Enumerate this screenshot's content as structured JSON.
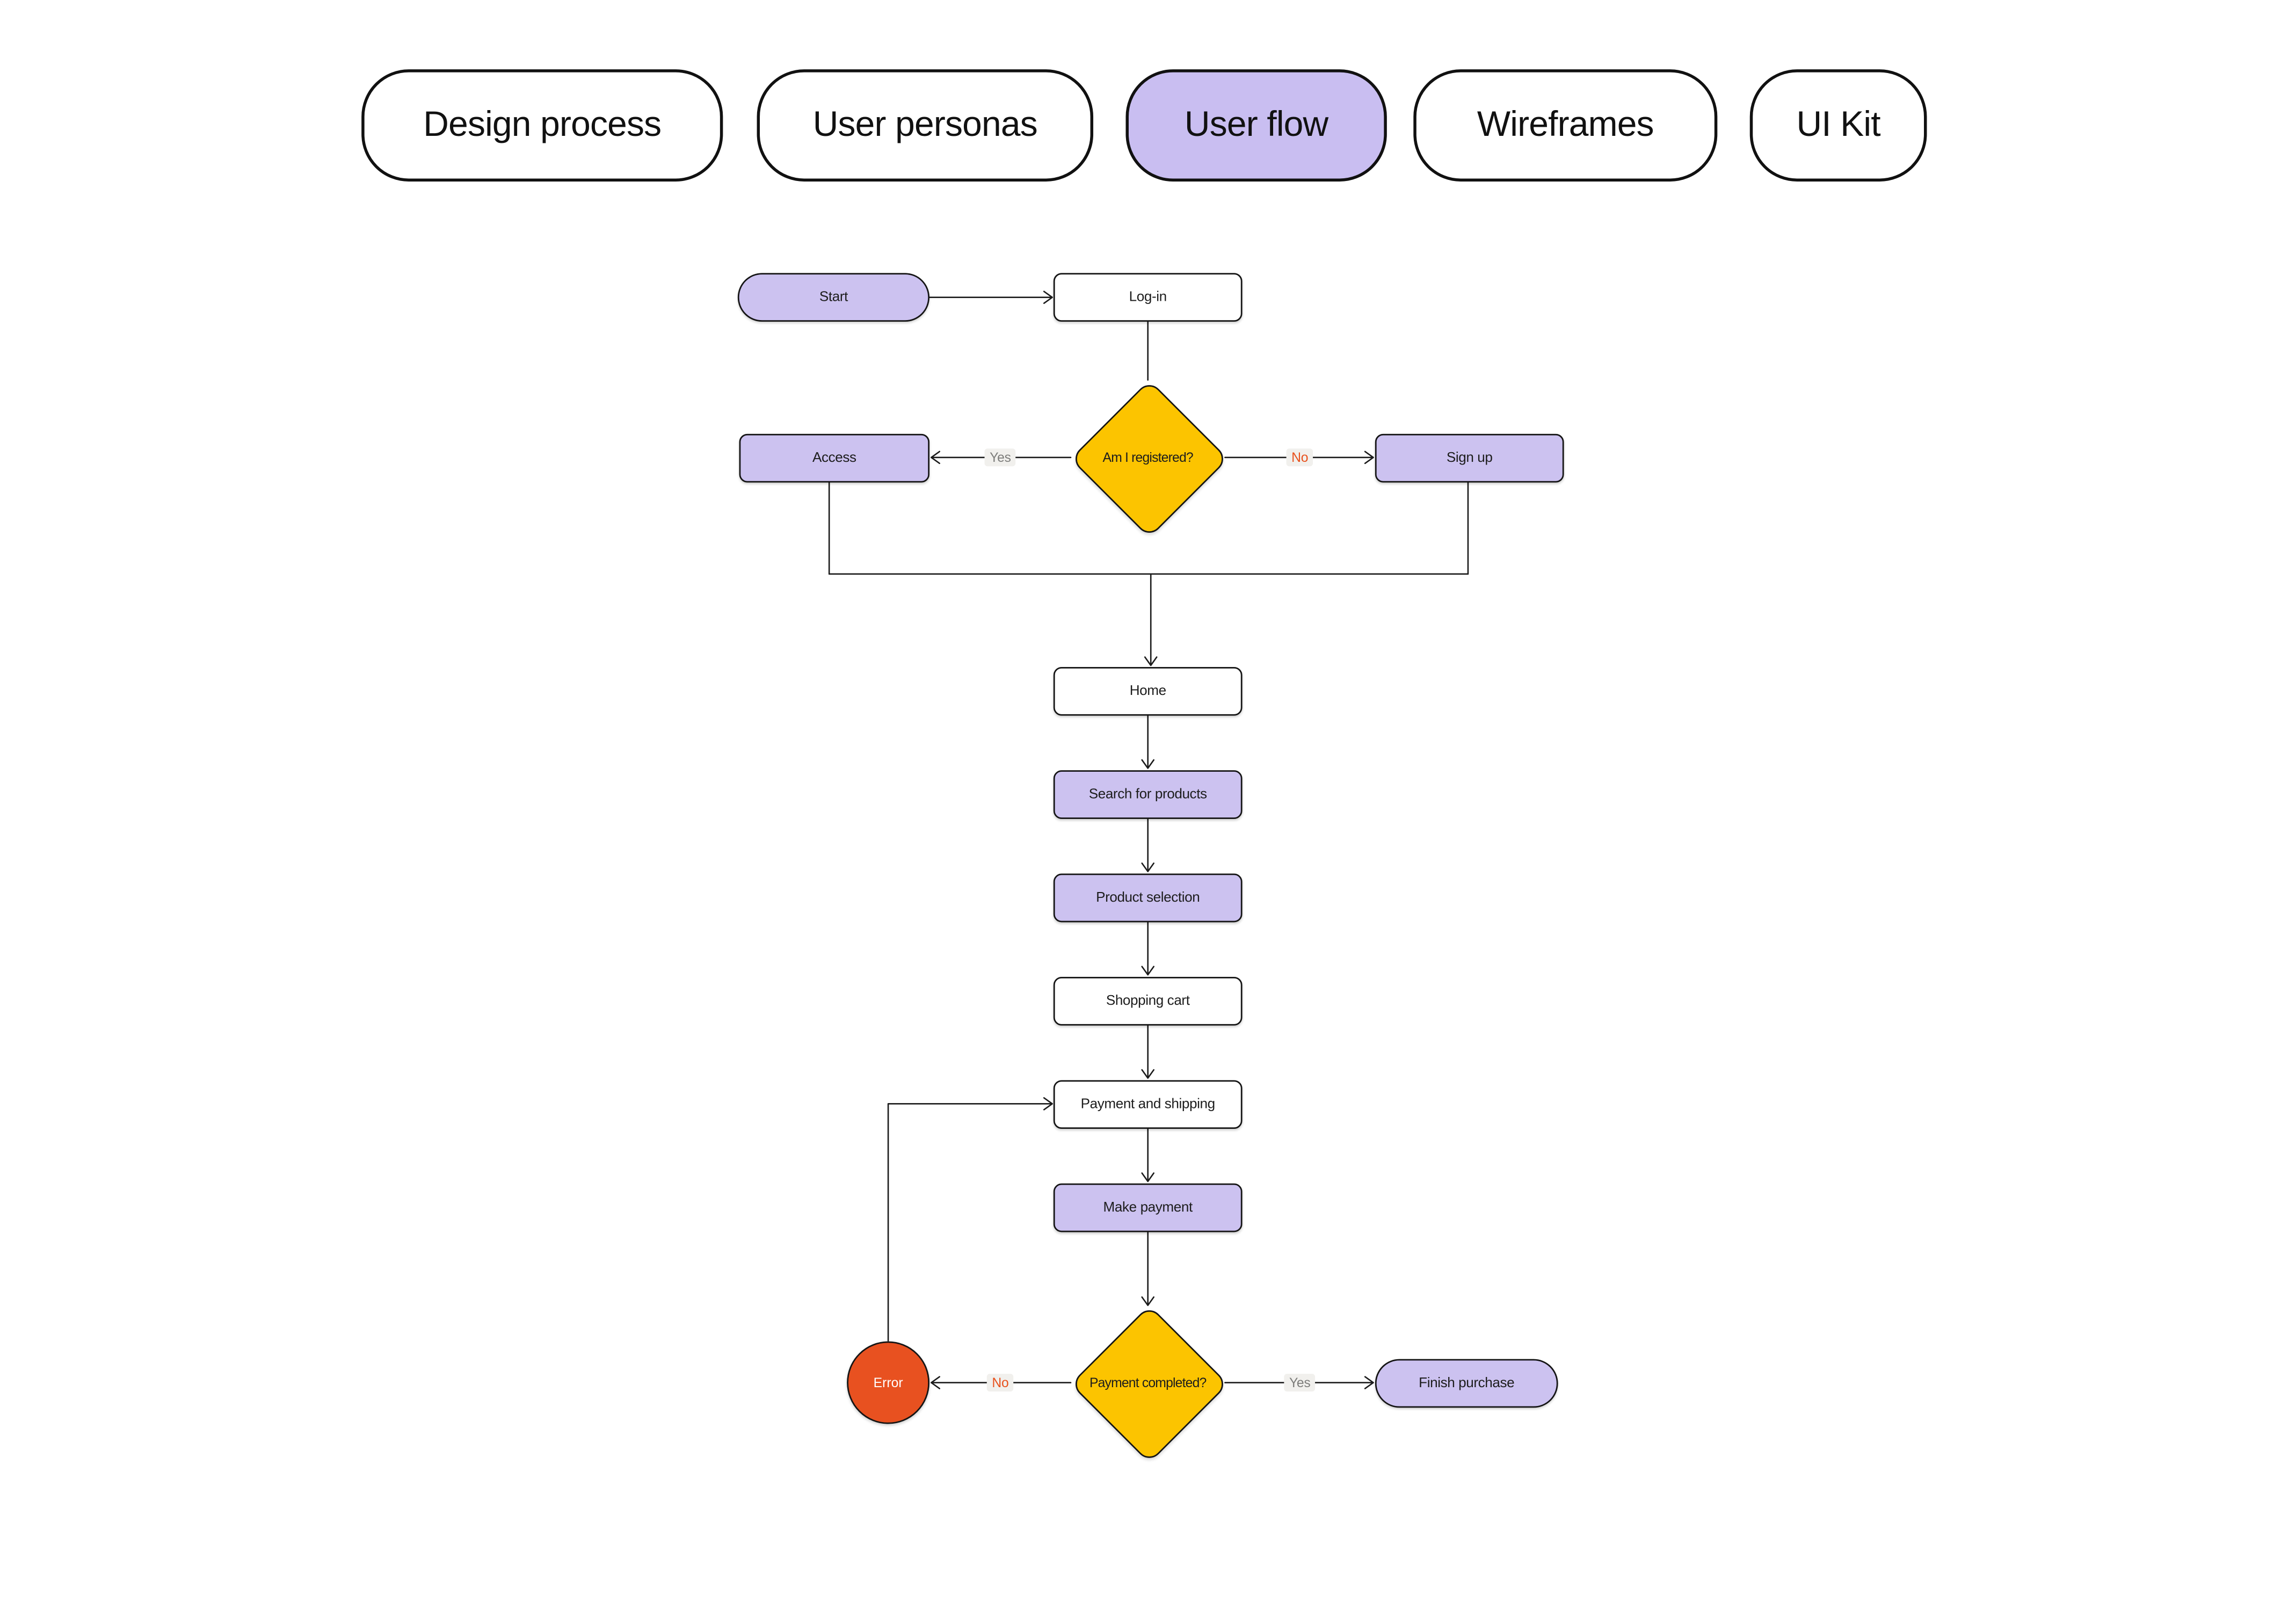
{
  "tabs": [
    {
      "label": "Design process",
      "active": false
    },
    {
      "label": "User personas",
      "active": false
    },
    {
      "label": "User flow",
      "active": true
    },
    {
      "label": "Wireframes",
      "active": false
    },
    {
      "label": "UI Kit",
      "active": false
    }
  ],
  "flowchart": {
    "nodes": {
      "start": {
        "label": "Start",
        "shape": "pill",
        "fill": "purple"
      },
      "login": {
        "label": "Log-in",
        "shape": "rect",
        "fill": "white"
      },
      "registered": {
        "label": "Am I registered?",
        "shape": "decision",
        "fill": "yellow"
      },
      "access": {
        "label": "Access",
        "shape": "rect",
        "fill": "purple"
      },
      "signup": {
        "label": "Sign up",
        "shape": "rect",
        "fill": "purple"
      },
      "home": {
        "label": "Home",
        "shape": "rect",
        "fill": "white"
      },
      "search": {
        "label": "Search for products",
        "shape": "rect",
        "fill": "purple"
      },
      "product": {
        "label": "Product selection",
        "shape": "rect",
        "fill": "purple"
      },
      "cart": {
        "label": "Shopping cart",
        "shape": "rect",
        "fill": "white"
      },
      "payship": {
        "label": "Payment and shipping",
        "shape": "rect",
        "fill": "white"
      },
      "makepay": {
        "label": "Make payment",
        "shape": "rect",
        "fill": "purple"
      },
      "paycomplete": {
        "label": "Payment completed?",
        "shape": "decision",
        "fill": "yellow"
      },
      "error": {
        "label": "Error",
        "shape": "circle",
        "fill": "orange"
      },
      "finish": {
        "label": "Finish purchase",
        "shape": "pill",
        "fill": "purple"
      }
    },
    "edge_labels": {
      "registered_yes": "Yes",
      "registered_no": "No",
      "payment_yes": "Yes",
      "payment_no": "No"
    }
  },
  "colors": {
    "background": "#ffffff",
    "node_purple": "#ccc2f0",
    "tab_active_purple": "#c9bef1",
    "decision_yellow": "#fcc400",
    "error_orange": "#e85120",
    "no_label_text": "#e8511d",
    "yes_label_text": "#7d7d7b",
    "edge_label_bg": "#f1f0ed",
    "line": "#1b1b1b"
  }
}
